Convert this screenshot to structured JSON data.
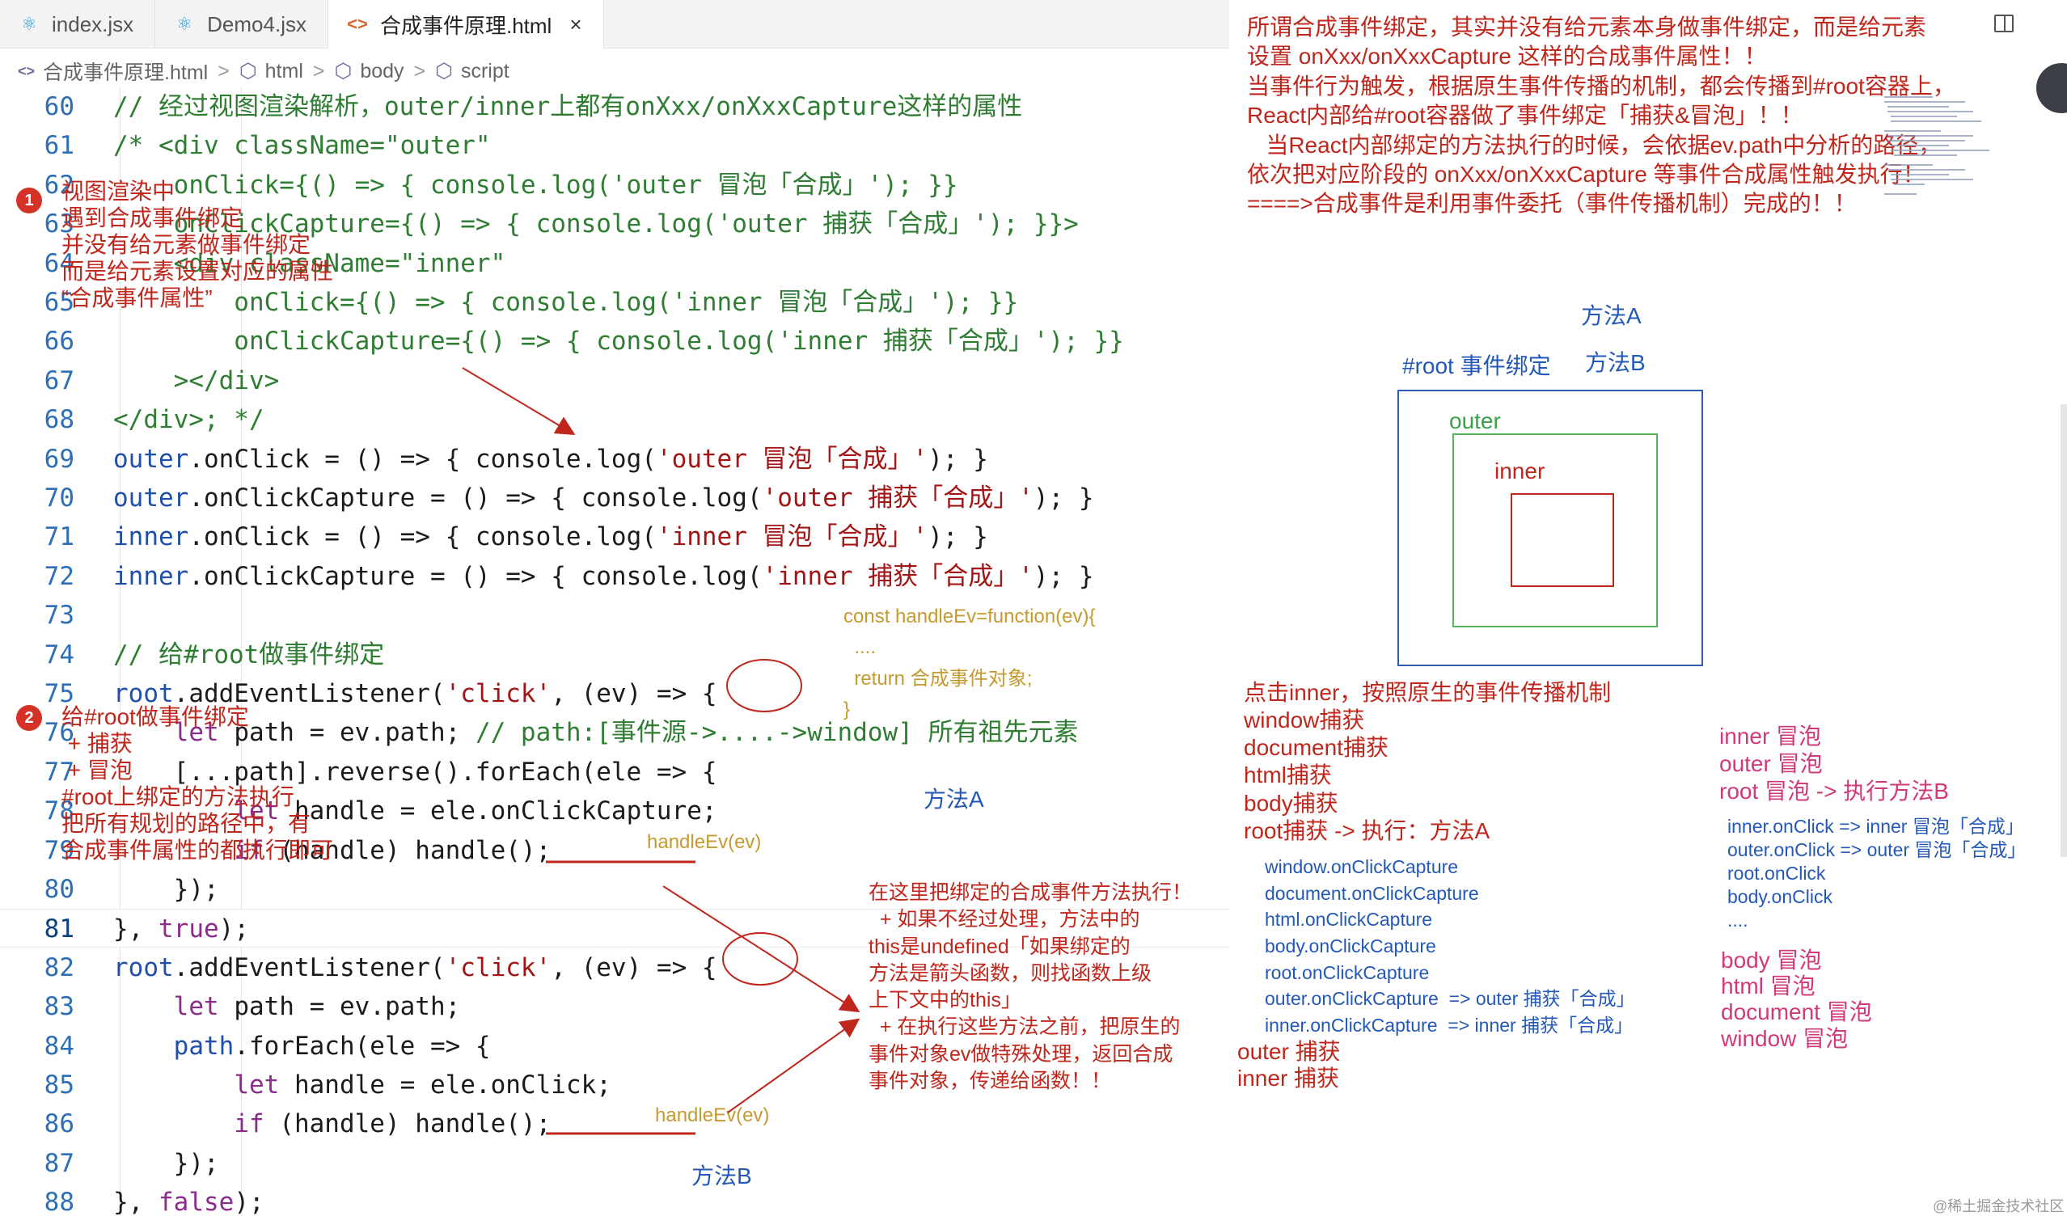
{
  "tabs": [
    {
      "label": "index.jsx",
      "icon": "react-icon"
    },
    {
      "label": "Demo4.jsx",
      "icon": "react-icon"
    },
    {
      "label": "合成事件原理.html",
      "icon": "html-icon",
      "close": "×"
    }
  ],
  "breadcrumb": {
    "file": "合成事件原理.html",
    "html": "html",
    "body": "body",
    "script": "script",
    "sep": ">"
  },
  "code": [
    {
      "n": "60",
      "t": "// 经过视图渲染解析，outer/inner上都有onXxx/onXxxCapture这样的属性"
    },
    {
      "n": "61",
      "t": "/* <div className=\"outer\""
    },
    {
      "n": "62",
      "t": "    onClick={() => { console.log('outer 冒泡「合成」'); }}"
    },
    {
      "n": "63",
      "t": "    onClickCapture={() => { console.log('outer 捕获「合成」'); }}>"
    },
    {
      "n": "64",
      "t": "    <div className=\"inner\""
    },
    {
      "n": "65",
      "t": "        onClick={() => { console.log('inner 冒泡「合成」'); }}"
    },
    {
      "n": "66",
      "t": "        onClickCapture={() => { console.log('inner 捕获「合成」'); }}"
    },
    {
      "n": "67",
      "t": "    ></div>"
    },
    {
      "n": "68",
      "t": "</div>; */"
    },
    {
      "n": "69",
      "t": "outer.onClick = () => { console.log('outer 冒泡「合成」'); }"
    },
    {
      "n": "70",
      "t": "outer.onClickCapture = () => { console.log('outer 捕获「合成」'); }"
    },
    {
      "n": "71",
      "t": "inner.onClick = () => { console.log('inner 冒泡「合成」'); }"
    },
    {
      "n": "72",
      "t": "inner.onClickCapture = () => { console.log('inner 捕获「合成」'); }"
    },
    {
      "n": "73",
      "t": ""
    },
    {
      "n": "74",
      "t": "// 给#root做事件绑定"
    },
    {
      "n": "75",
      "t": "root.addEventListener('click', (ev) => {"
    },
    {
      "n": "76",
      "t": "    let path = ev.path; // path:[事件源->....->window] 所有祖先元素"
    },
    {
      "n": "77",
      "t": "    [...path].reverse().forEach(ele => {"
    },
    {
      "n": "78",
      "t": "        let handle = ele.onClickCapture;"
    },
    {
      "n": "79",
      "t": "        if (handle) handle();"
    },
    {
      "n": "80",
      "t": "    });"
    },
    {
      "n": "81",
      "t": "}, true);"
    },
    {
      "n": "82",
      "t": "root.addEventListener('click', (ev) => {"
    },
    {
      "n": "83",
      "t": "    let path = ev.path;"
    },
    {
      "n": "84",
      "t": "    path.forEach(ele => {"
    },
    {
      "n": "85",
      "t": "        let handle = ele.onClick;"
    },
    {
      "n": "86",
      "t": "        if (handle) handle();"
    },
    {
      "n": "87",
      "t": "    });"
    },
    {
      "n": "88",
      "t": "}, false);"
    }
  ],
  "notes": {
    "n1_badge": "1",
    "n1": "视图渲染中\n遇到合成事件绑定\n并没有给元素做事件绑定\n而是给元素设置对应的属性\n“合成事件属性”",
    "n2_badge": "2",
    "n2": "给#root做事件绑定\n + 捕获\n + 冒泡\n#root上绑定的方法执行\n把所有规划的路径中，有\n合成事件属性的都执行即可",
    "top_right": "所谓合成事件绑定，其实并没有给元素本身做事件绑定，而是给元素\n设置 onXxx/onXxxCapture 这样的合成事件属性！！\n当事件行为触发，根据原生事件传播的机制，都会传播到#root容器上，\nReact内部给#root容器做了事件绑定「捕获&冒泡」！！\n   当React内部绑定的方法执行的时候，会依据ev.path中分析的路径，\n依次把对应阶段的 onXxx/onXxxCapture 等事件合成属性触发执行！\n====>合成事件是利用事件委托（事件传播机制）完成的！！",
    "fa_a_top": "方法A",
    "fa_b_top": "方法B",
    "root_bind": "#root 事件绑定",
    "outer_lbl": "outer",
    "inner_lbl": "inner",
    "handle_ev": "const handleEv=function(ev){\n  ....\n  return 合成事件对象;\n}",
    "fa_a_code": "方法A",
    "fa_b_code": "方法B",
    "handle_ev_call1": "handleEv(ev)",
    "handle_ev_call2": "handleEv(ev)",
    "middle": "在这里把绑定的合成事件方法执行！\n  + 如果不经过处理，方法中的\nthis是undefined「如果绑定的\n方法是箭头函数，则找函数上级\n上下文中的this」\n  + 在执行这些方法之前，把原生的\n事件对象ev做特殊处理，返回合成\n事件对象，传递给函数！！",
    "click_seq": "点击inner，按照原生的事件传播机制\nwindow捕获\ndocument捕获\nhtml捕获\nbody捕获\nroot捕获 -> 执行：方法A",
    "capture_list": "window.onClickCapture\ndocument.onClickCapture\nhtml.onClickCapture\nbody.onClickCapture\nroot.onClickCapture\nouter.onClickCapture  => outer 捕获「合成」\ninner.onClickCapture  => inner 捕获「合成」",
    "outer_inner_cap": "outer 捕获\ninner 捕获",
    "bubble_top": "inner 冒泡\nouter 冒泡\nroot 冒泡 -> 执行方法B",
    "bubble_list": "inner.onClick => inner 冒泡「合成」\nouter.onClick => outer 冒泡「合成」\nroot.onClick\nbody.onClick\n....",
    "bubble_bottom": "body 冒泡\nhtml 冒泡\ndocument 冒泡\nwindow 冒泡"
  },
  "watermark": "@稀土掘金技术社区"
}
